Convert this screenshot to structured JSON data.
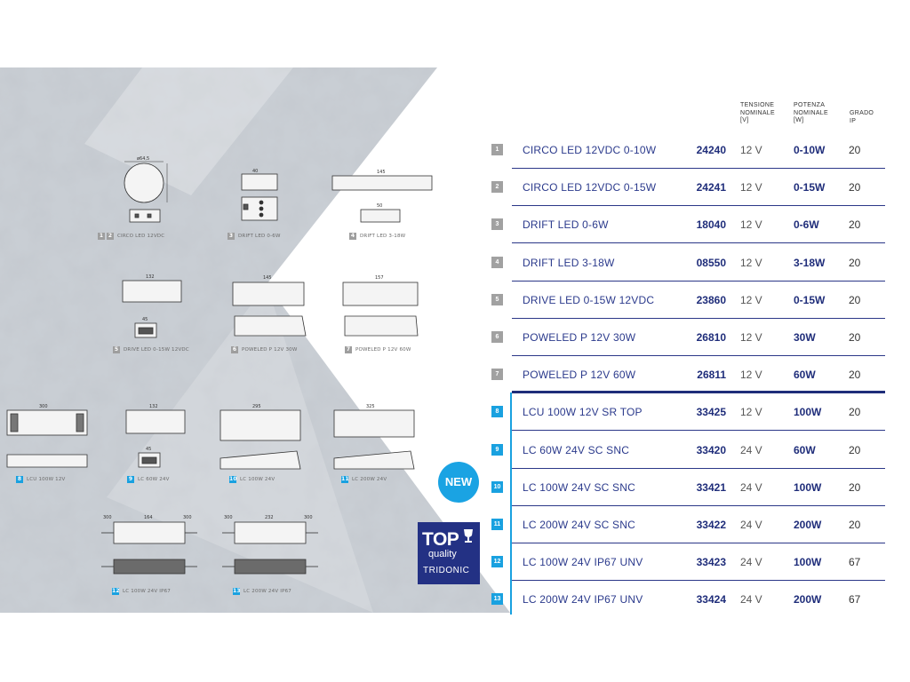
{
  "header": {
    "voltage": [
      "TENSIONE",
      "NOMINALE",
      "[V]"
    ],
    "power": [
      "POTENZA",
      "NOMINALE",
      "[W]"
    ],
    "ip": [
      "GRADO",
      "IP"
    ]
  },
  "products": [
    {
      "idx": "1",
      "name": "CIRCO LED 12VDC 0-10W",
      "code": "24240",
      "voltage": "12 V",
      "power": "0-10W",
      "ip": "20"
    },
    {
      "idx": "2",
      "name": "CIRCO LED 12VDC 0-15W",
      "code": "24241",
      "voltage": "12 V",
      "power": "0-15W",
      "ip": "20"
    },
    {
      "idx": "3",
      "name": "DRIFT LED 0-6W",
      "code": "18040",
      "voltage": "12 V",
      "power": "0-6W",
      "ip": "20"
    },
    {
      "idx": "4",
      "name": "DRIFT LED 3-18W",
      "code": "08550",
      "voltage": "12 V",
      "power": "3-18W",
      "ip": "20"
    },
    {
      "idx": "5",
      "name": "DRIVE LED 0-15W 12VDC",
      "code": "23860",
      "voltage": "12 V",
      "power": "0-15W",
      "ip": "20"
    },
    {
      "idx": "6",
      "name": "POWELED P 12V 30W",
      "code": "26810",
      "voltage": "12 V",
      "power": "30W",
      "ip": "20"
    },
    {
      "idx": "7",
      "name": "POWELED P 12V 60W",
      "code": "26811",
      "voltage": "12 V",
      "power": "60W",
      "ip": "20"
    },
    {
      "idx": "8",
      "name": "LCU 100W 12V SR TOP",
      "code": "33425",
      "voltage": "12 V",
      "power": "100W",
      "ip": "20"
    },
    {
      "idx": "9",
      "name": "LC 60W 24V SC SNC",
      "code": "33420",
      "voltage": "24 V",
      "power": "60W",
      "ip": "20"
    },
    {
      "idx": "10",
      "name": "LC 100W 24V SC SNC",
      "code": "33421",
      "voltage": "24 V",
      "power": "100W",
      "ip": "20"
    },
    {
      "idx": "11",
      "name": "LC 200W 24V SC SNC",
      "code": "33422",
      "voltage": "24 V",
      "power": "200W",
      "ip": "20"
    },
    {
      "idx": "12",
      "name": "LC 100W 24V IP67 UNV",
      "code": "33423",
      "voltage": "24 V",
      "power": "100W",
      "ip": "67"
    },
    {
      "idx": "13",
      "name": "LC 200W 24V IP67 UNV",
      "code": "33424",
      "voltage": "24 V",
      "power": "200W",
      "ip": "67"
    }
  ],
  "captions": {
    "c12": {
      "n1": "1",
      "n2": "2",
      "text": "CIRCO LED 12VDC"
    },
    "c3": {
      "n": "3",
      "text": "DRIFT LED 0-6W"
    },
    "c4": {
      "n": "4",
      "text": "DRIFT LED 3-18W"
    },
    "c5": {
      "n": "5",
      "text": "DRIVE LED 0-15W 12VDC"
    },
    "c6": {
      "n": "6",
      "text": "POWELED P 12V 30W"
    },
    "c7": {
      "n": "7",
      "text": "POWELED P 12V 60W"
    },
    "c8": {
      "n": "8",
      "text": "LCU 100W 12V"
    },
    "c9": {
      "n": "9",
      "text": "LC 60W 24V"
    },
    "c10": {
      "n": "10",
      "text": "LC 100W 24V"
    },
    "c11": {
      "n": "11",
      "text": "LC 200W 24V"
    },
    "c12b": {
      "n": "12",
      "text": "LC 100W 24V IP67"
    },
    "c13": {
      "n": "13",
      "text": "LC 200W 24V IP67"
    }
  },
  "dimensions": {
    "circo": "ø64,5",
    "drift_w": "40",
    "drift_long": "145",
    "drift_small": "50",
    "drive": "132",
    "drive_small": "45",
    "poweled30": "145",
    "poweled60": "157",
    "lcu": "300",
    "lc60": "132",
    "lc60_small": "45",
    "lc100": "295",
    "lc200": "325",
    "ip67_a": [
      "300",
      "164",
      "300"
    ],
    "ip67_b": [
      "300",
      "232",
      "300"
    ]
  },
  "badges": {
    "new": "NEW",
    "top": "TOP",
    "quality": "quality",
    "tridonic": "TRIDONIC"
  },
  "colors": {
    "navy": "#1f2d7a",
    "blue_accent": "#19a1e0",
    "gray_index": "#a1a1a1"
  }
}
